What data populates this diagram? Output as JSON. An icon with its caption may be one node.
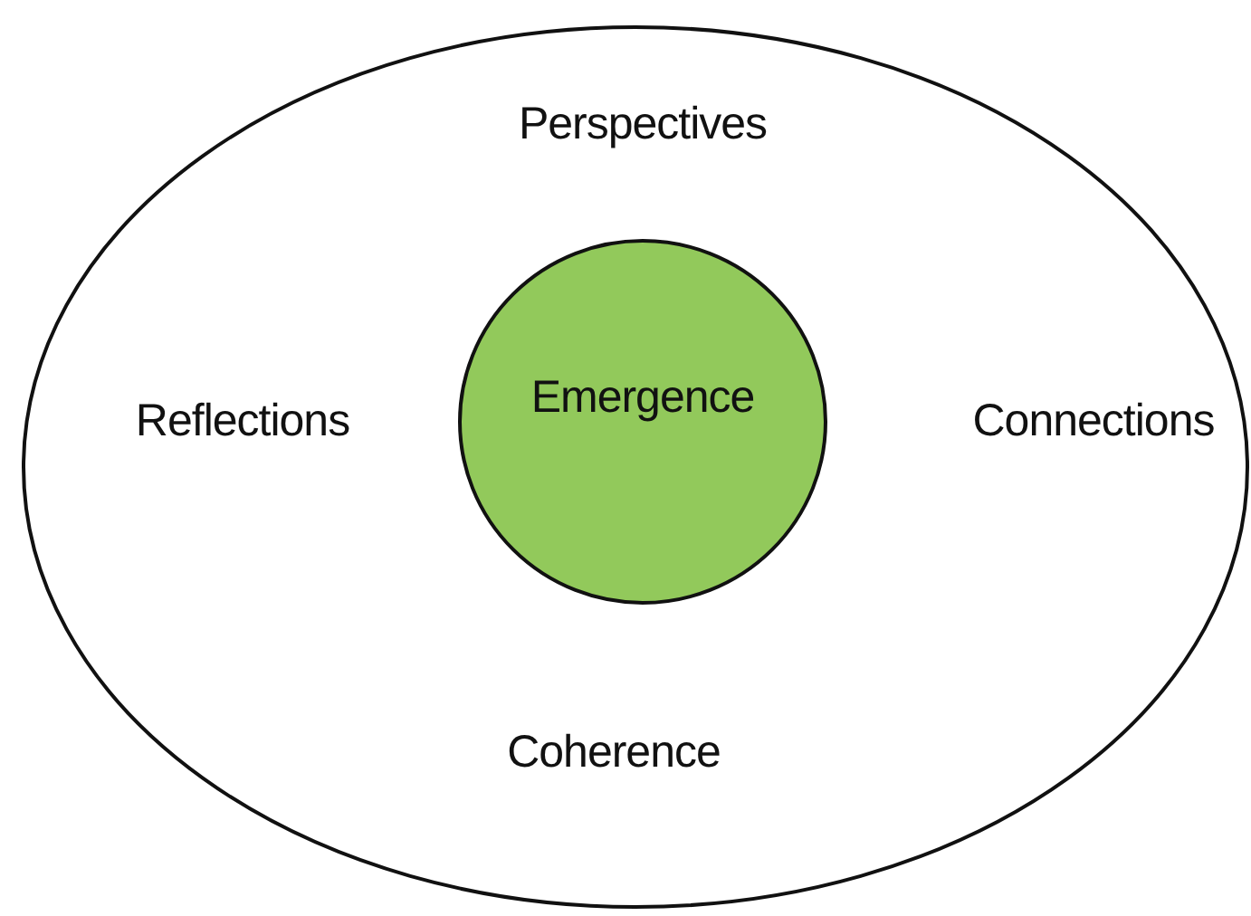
{
  "diagram": {
    "nodes": [
      {
        "text": [
          "Perspectives",
          "Reflections",
          "Connections",
          "Coherence"
        ]
      },
      {
        "text": [
          "Emergence"
        ],
        "in": 0
      }
    ]
  }
}
